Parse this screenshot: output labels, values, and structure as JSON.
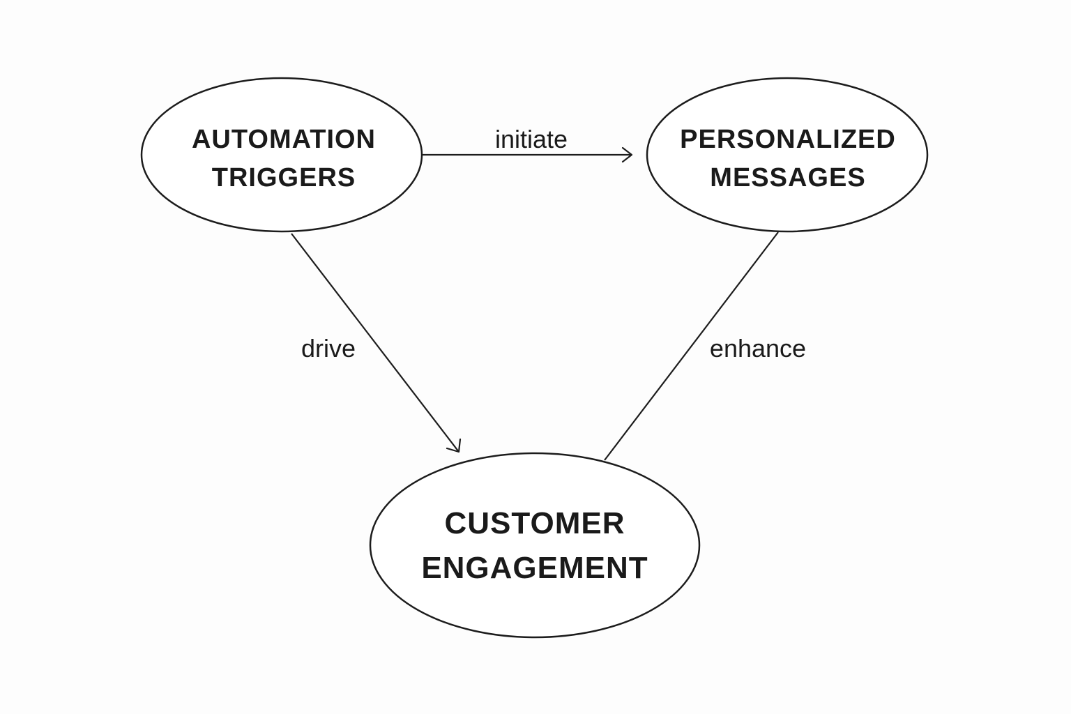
{
  "diagram": {
    "nodes": {
      "automation": {
        "line1": "AUTOMATION",
        "line2": "TRIGGERS"
      },
      "personalized": {
        "line1": "PERSONALIZED",
        "line2": "MESSAGES"
      },
      "engagement": {
        "line1": "CUSTOMER",
        "line2": "ENGAGEMENT"
      }
    },
    "edges": {
      "initiate": {
        "label": "initiate",
        "from": "automation",
        "to": "personalized",
        "arrow": true
      },
      "drive": {
        "label": "drive",
        "from": "automation",
        "to": "engagement",
        "arrow": true
      },
      "enhance": {
        "label": "enhance",
        "from": "personalized",
        "to": "engagement",
        "arrow": false
      }
    },
    "colors": {
      "stroke": "#1c1c1c",
      "text": "#1a1a1a",
      "background": "#fdfdfd"
    }
  }
}
